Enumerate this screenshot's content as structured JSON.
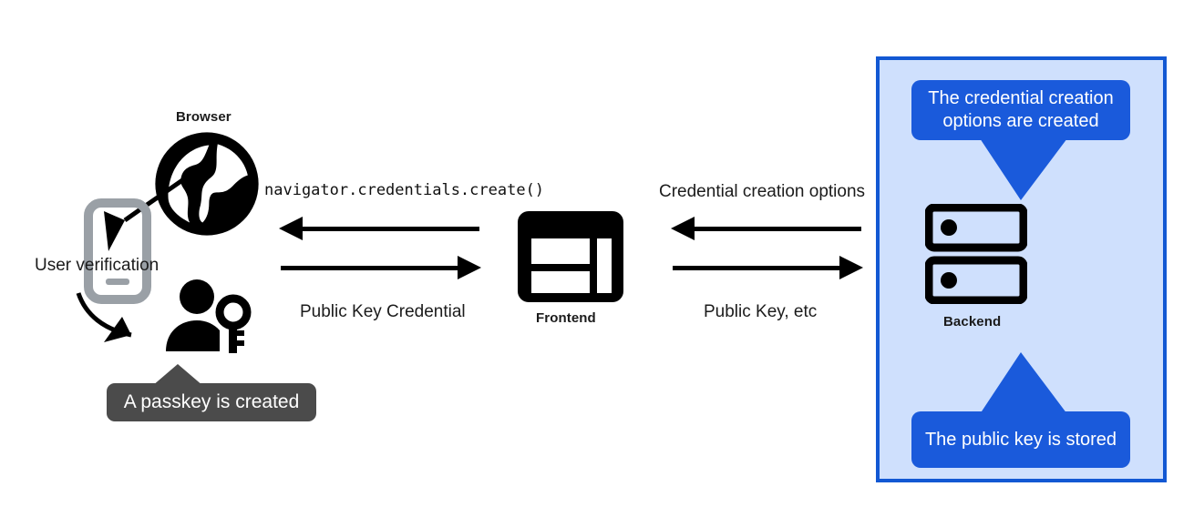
{
  "diagram": {
    "title_none": "",
    "background_color": "#ffffff"
  },
  "colors": {
    "panel_fill": "#cfe0fd",
    "panel_border": "#1258d3",
    "tooltip_blue": "#1a5adb",
    "tooltip_dark": "#4b4b4b",
    "icon_black": "#000000",
    "phone_gray": "#9aa0a6",
    "text": "#1b1b1b"
  },
  "nodes": {
    "browser": {
      "label": "Browser",
      "icon": "globe-icon"
    },
    "phone": {
      "icon": "smartphone-icon"
    },
    "user": {
      "icon": "person-with-key-icon"
    },
    "frontend": {
      "label": "Frontend",
      "icon": "window-layout-icon"
    },
    "backend": {
      "label": "Backend",
      "icon": "server-stack-icon"
    }
  },
  "annotations": {
    "user_verification": "User verification",
    "passkey_created": "A passkey is created",
    "credential_options_created": "The credential creation options are created",
    "public_key_stored": "The public key is stored"
  },
  "flows": [
    {
      "id": "browser-from-frontend",
      "label": "navigator.credentials.create()",
      "direction": "left",
      "style": "mono"
    },
    {
      "id": "browser-to-frontend",
      "label": "Public Key Credential",
      "direction": "right",
      "style": "plain"
    },
    {
      "id": "frontend-from-backend",
      "label": "Credential creation options",
      "direction": "left",
      "style": "plain"
    },
    {
      "id": "frontend-to-backend",
      "label": "Public Key, etc",
      "direction": "right",
      "style": "plain"
    }
  ]
}
